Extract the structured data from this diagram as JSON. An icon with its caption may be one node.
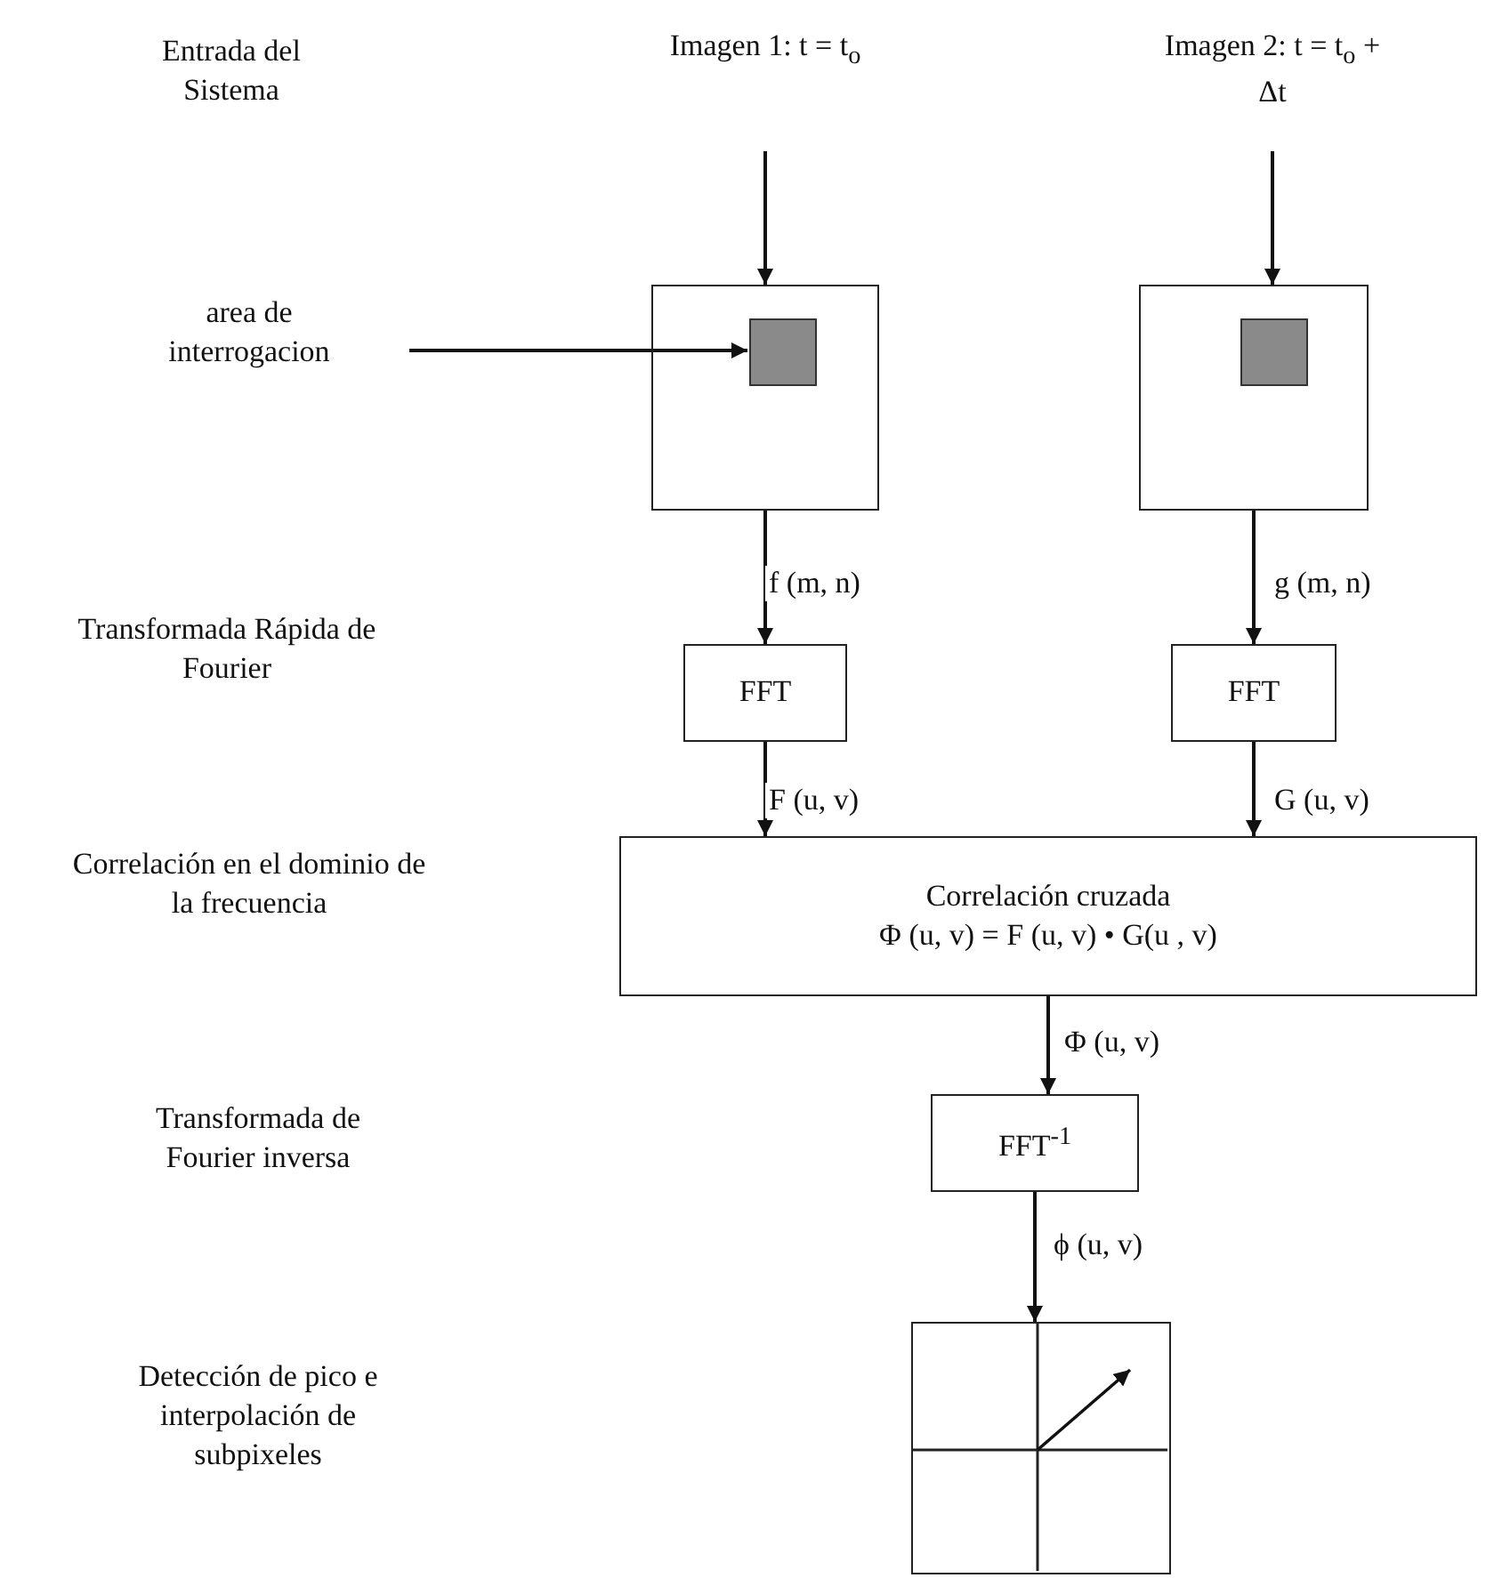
{
  "diagram": {
    "nodes": [
      {
        "text": [
          "Imagen 1: t = t$_{o}$"
        ]
      },
      {
        "text": [
          "Imagen 2: t = t$_{o}$ + Δt"
        ]
      },
      {
        "text": [
          "area de interrogacion"
        ]
      },
      {
        "text": [],
        "shape": "box"
      },
      {
        "text": [],
        "shape": "box",
        "in": 3
      },
      {
        "text": [],
        "shape": "box"
      },
      {
        "text": [],
        "shape": "box",
        "in": 5
      },
      {
        "text": [
          "FFT"
        ]
      },
      {
        "text": [
          "FFT"
        ]
      },
      {
        "text": [
          "Correlación cruzada",
          "Φ (u, v) = F (u, v) • G(u , v)"
        ]
      },
      {
        "text": [
          "FFT$^{-1}$"
        ]
      },
      {
        "text": [],
        "shape": "box"
      }
    ],
    "edges": [
      {
        "from": 0,
        "to": 3,
        "arrow": "to"
      },
      {
        "from": 1,
        "to": 5,
        "arrow": "to"
      },
      {
        "from": 2,
        "to": 4,
        "arrow": "to"
      },
      {
        "from": 3,
        "to": 7,
        "arrow": "to",
        "label": "f (m, n)"
      },
      {
        "from": 5,
        "to": 8,
        "arrow": "to",
        "label": "g (m, n)"
      },
      {
        "from": 7,
        "to": 9,
        "arrow": "to",
        "label": "F (u, v)"
      },
      {
        "from": 8,
        "to": 9,
        "arrow": "to",
        "label": "G (u, v)"
      },
      {
        "from": 9,
        "to": 10,
        "arrow": "to",
        "label": "Φ (u, v)"
      },
      {
        "from": 10,
        "to": 11,
        "arrow": "to",
        "label": "ϕ (u, v)"
      }
    ],
    "labels": [
      "Entrada del Sistema",
      "Transformada Rápida de Fourier",
      "Correlación en el dominio de la frecuencia",
      "Transformada de Fourier inversa",
      "Detección de pico e interpolación de subpixeles"
    ]
  }
}
